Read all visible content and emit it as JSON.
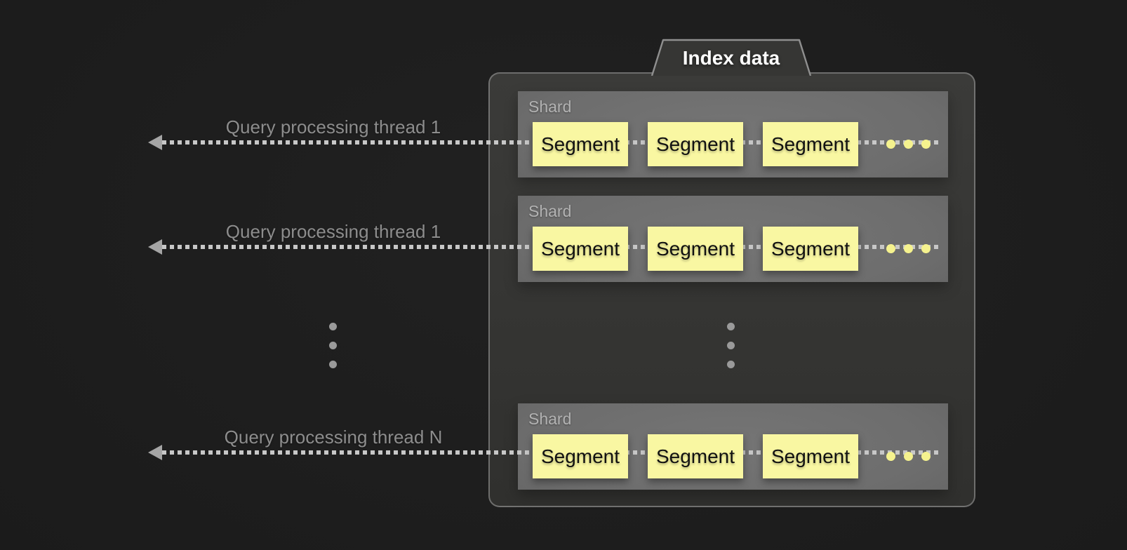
{
  "title": "Index data",
  "threads": [
    {
      "label": "Query processing thread 1"
    },
    {
      "label": "Query processing thread 1"
    },
    {
      "label": "Query processing thread N"
    }
  ],
  "shards": [
    {
      "label": "Shard",
      "segments": [
        "Segment",
        "Segment",
        "Segment"
      ]
    },
    {
      "label": "Shard",
      "segments": [
        "Segment",
        "Segment",
        "Segment"
      ]
    },
    {
      "label": "Shard",
      "segments": [
        "Segment",
        "Segment",
        "Segment"
      ]
    }
  ],
  "colors": {
    "background": "#1b1b1b",
    "panel_fill": "#363634",
    "panel_border": "#8f8f8f",
    "shard_fill": "#6d6d6d",
    "shard_label": "#b2b2b2",
    "segment_fill": "#f9f7a2",
    "segment_text": "#111111",
    "segment_dot": "#f5f28e",
    "arrow": "#c7c7c7",
    "arrowhead": "#a5a5a5",
    "thread_label": "#8d8d8d",
    "ellipsis_dot": "#9a9a9a",
    "title_text": "#ffffff"
  }
}
